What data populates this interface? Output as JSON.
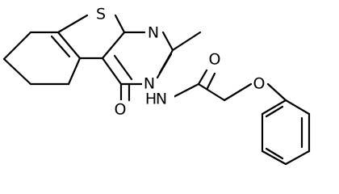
{
  "molecule": {
    "atoms": {
      "sulfur": "S",
      "ring_nitrogen_top": "N",
      "ring_nitrogen_mid": "N",
      "ring_oxygen": "O",
      "amide_nitrogen": "N",
      "amide_hydrogen": "H",
      "carbonyl_oxygen": "O",
      "ether_oxygen": "O"
    }
  }
}
